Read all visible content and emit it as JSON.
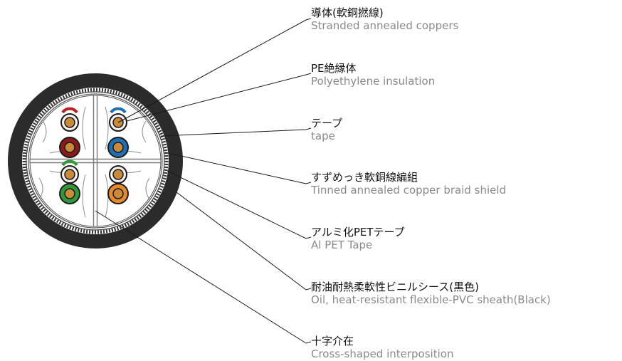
{
  "colors": {
    "sheath": "#2b2b2b",
    "leader": "#1a1a1a",
    "english_text": "#8a8a8a",
    "pairs": {
      "red": "#8b1a1a",
      "blue": "#1e6fb3",
      "green": "#2f9a3c",
      "orange": "#e6892a",
      "white_core": "#f4f2ee",
      "copper": "#c98a3a"
    }
  },
  "labels": [
    {
      "ja": "導体(軟銅撚線)",
      "en": "Stranded annealed coppers"
    },
    {
      "ja": "PE絶縁体",
      "en": "Polyethylene insulation"
    },
    {
      "ja": "テープ",
      "en": "tape"
    },
    {
      "ja": "すずめっき軟銅線編組",
      "en": "Tinned annealed copper braid shield"
    },
    {
      "ja": "アルミ化PETテープ",
      "en": "Al PET Tape"
    },
    {
      "ja": "耐油耐熱柔軟性ビニルシース(黒色)",
      "en": "Oil, heat-resistant flexible-PVC sheath(Black)"
    },
    {
      "ja": "十字介在",
      "en": "Cross-shaped interposition"
    }
  ]
}
